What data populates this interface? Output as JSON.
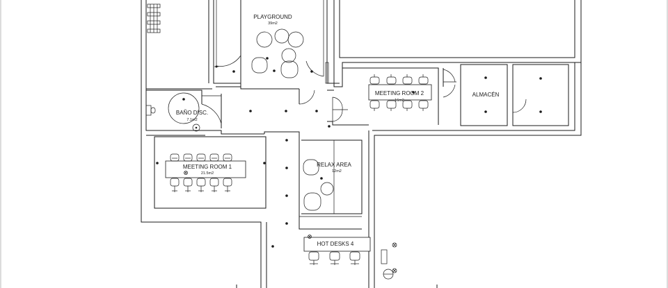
{
  "rooms": {
    "playground": {
      "name": "PLAYGROUND",
      "area": "39m2"
    },
    "meeting_room_2": {
      "name": "MEETING ROOM 2",
      "area": "16m2"
    },
    "almacen": {
      "name": "ALMACÉN"
    },
    "bano_disc": {
      "name": "BAÑO DISC.",
      "area": "7.1m2"
    },
    "meeting_room_1": {
      "name": "MEETING ROOM 1",
      "area": "21.5m2"
    },
    "relax_area": {
      "name": "RELAX AREA",
      "area": "12m2"
    },
    "hot_desks_4": {
      "name": "HOT DESKS 4"
    }
  }
}
